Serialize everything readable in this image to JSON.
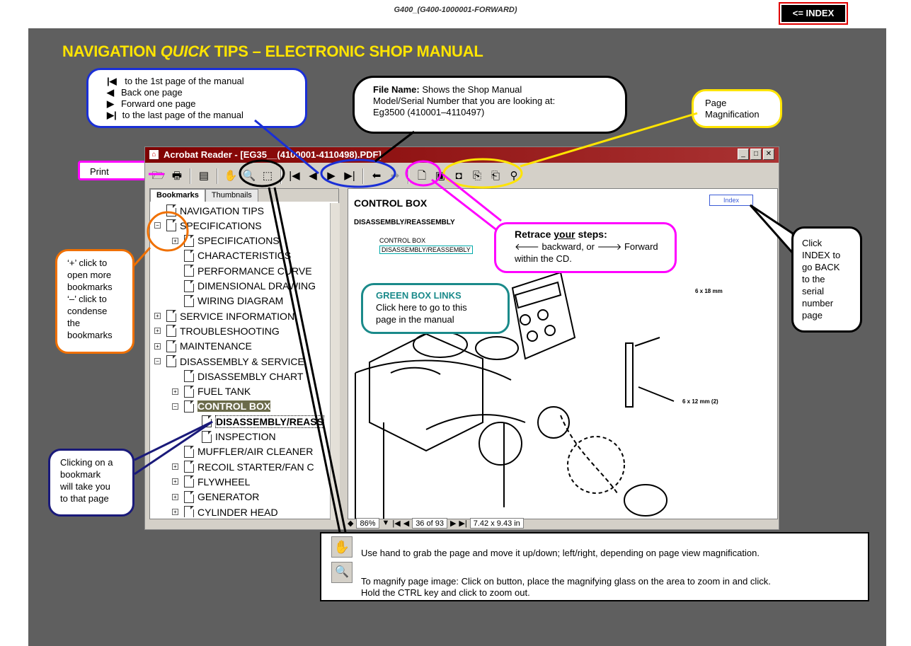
{
  "header": {
    "filename": "G400_(G400-1000001-FORWARD)",
    "index_button": "<= INDEX"
  },
  "title": {
    "part1": "NAVIGATION ",
    "part2": "QUICK",
    "part3": " TIPS – ELECTRONIC SHOP MANUAL"
  },
  "nav_bubble": {
    "line1": "to the 1st page of the manual",
    "line2": "Back one page",
    "line3": "Forward one page",
    "line4": "to the last page of the manual"
  },
  "file_bubble": {
    "label": "File Name:",
    "text1": " Shows the Shop Manual",
    "text2": "Model/Serial Number that you are looking at:",
    "text3": "Eg3500 (410001–4110497)"
  },
  "mag_bubble": {
    "line1": "Page",
    "line2": "Magnification"
  },
  "print_label": "Print",
  "acrobat": {
    "title": "Acrobat Reader - [EG35__(4100001-4110498).PDF]",
    "tabs": [
      "Bookmarks",
      "Thumbnails"
    ],
    "bookmarks": [
      {
        "label": "NAVIGATION TIPS",
        "level": 0,
        "toggle": ""
      },
      {
        "label": "SPECIFICATIONS",
        "level": 0,
        "toggle": "−"
      },
      {
        "label": "SPECIFICATIONS",
        "level": 1,
        "toggle": "+"
      },
      {
        "label": "CHARACTERISTICS",
        "level": 1,
        "toggle": ""
      },
      {
        "label": "PERFORMANCE CURVE",
        "level": 1,
        "toggle": ""
      },
      {
        "label": "DIMENSIONAL DRAWING",
        "level": 1,
        "toggle": ""
      },
      {
        "label": "WIRING DIAGRAM",
        "level": 1,
        "toggle": ""
      },
      {
        "label": "SERVICE INFORMATION",
        "level": 0,
        "toggle": "+"
      },
      {
        "label": "TROUBLESHOOTING",
        "level": 0,
        "toggle": "+"
      },
      {
        "label": "MAINTENANCE",
        "level": 0,
        "toggle": "+"
      },
      {
        "label": "DISASSEMBLY & SERVICE",
        "level": 0,
        "toggle": "−"
      },
      {
        "label": "DISASSEMBLY CHART",
        "level": 1,
        "toggle": ""
      },
      {
        "label": "FUEL TANK",
        "level": 1,
        "toggle": "+"
      },
      {
        "label": "CONTROL BOX",
        "level": 1,
        "toggle": "−",
        "selected": true
      },
      {
        "label": "DISASSEMBLY/REASS",
        "level": 2,
        "toggle": "",
        "bold": true
      },
      {
        "label": "INSPECTION",
        "level": 2,
        "toggle": ""
      },
      {
        "label": "MUFFLER/AIR CLEANER",
        "level": 1,
        "toggle": ""
      },
      {
        "label": "RECOIL STARTER/FAN C",
        "level": 1,
        "toggle": "+"
      },
      {
        "label": "FLYWHEEL",
        "level": 1,
        "toggle": "+"
      },
      {
        "label": "GENERATOR",
        "level": 1,
        "toggle": "+"
      },
      {
        "label": "CYLINDER HEAD",
        "level": 1,
        "toggle": "+"
      }
    ],
    "page": {
      "heading": "CONTROL BOX",
      "subheading": "DISASSEMBLY/REASSEMBLY",
      "link_label": "CONTROL BOX",
      "link_text": "DISASSEMBLY/REASSEMBLY",
      "index_link": "Index",
      "dim1": "6 x 18 mm",
      "dim2": "6 x 12 mm (2)"
    },
    "status": {
      "zoom": "86%",
      "page": "36 of 93",
      "size": "7.42 x 9.43 in"
    }
  },
  "retrace_bubble": {
    "line1a": "Retrace ",
    "line1b": "your",
    "line1c": " steps:",
    "line2": "🡐 backward, or 🡒 Forward",
    "line3": "within the CD."
  },
  "green_bubble": {
    "title": "GREEN BOX LINKS",
    "line1": "Click here to go to this",
    "line2": "page in the manual"
  },
  "index_note": {
    "line1": "Click",
    "line2": "INDEX  to",
    "line3": "go BACK",
    "line4": "to the",
    "line5": "serial",
    "line6": "number",
    "line7": "page"
  },
  "plus_note": {
    "line1": "‘+’ click to",
    "line2": "open more",
    "line3": "bookmarks",
    "line4": "‘–’ click to",
    "line5": "condense",
    "line6": "the",
    "line7": "bookmarks"
  },
  "click_note": {
    "line1": "Clicking on a",
    "line2": "bookmark",
    "line3": "will take you",
    "line4": "to that page"
  },
  "tips": {
    "hand": "Use hand to grab the page and move it up/down; left/right, depending on page view magnification.",
    "zoom1": "To magnify page image: Click on button, place the magnifying glass on the area to zoom in and click.",
    "zoom2": "Hold the CTRL key and click to zoom out."
  },
  "colors": {
    "title": "#ffe400",
    "blue": "#1a2fd6",
    "yellow": "#ffe400",
    "pink": "#ff00ff",
    "orange": "#f07000",
    "teal": "#1a8a8a",
    "navy": "#1a1a7a"
  }
}
